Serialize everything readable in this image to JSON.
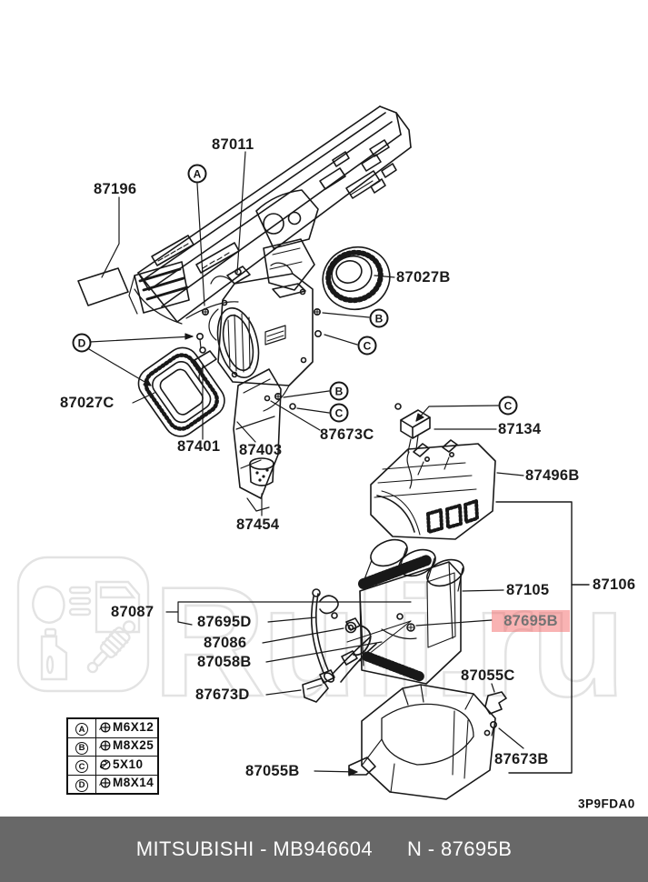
{
  "watermark": {
    "text": "Ruli.ru",
    "color": "#e2e2e2"
  },
  "diagram": {
    "code": "3P9FDA0",
    "highlight": {
      "text": "87695B",
      "bg": "#f26767"
    },
    "part_labels": [
      {
        "id": "87196",
        "text": "87196"
      },
      {
        "id": "87011",
        "text": "87011"
      },
      {
        "id": "87027B",
        "text": "87027B"
      },
      {
        "id": "87027C",
        "text": "87027C"
      },
      {
        "id": "87673C",
        "text": "87673C"
      },
      {
        "id": "87401",
        "text": "87401"
      },
      {
        "id": "87403",
        "text": "87403"
      },
      {
        "id": "87134",
        "text": "87134"
      },
      {
        "id": "87496B",
        "text": "87496B"
      },
      {
        "id": "87454",
        "text": "87454"
      },
      {
        "id": "87105",
        "text": "87105"
      },
      {
        "id": "87106",
        "text": "87106"
      },
      {
        "id": "87087",
        "text": "87087"
      },
      {
        "id": "87695D",
        "text": "87695D"
      },
      {
        "id": "87086",
        "text": "87086"
      },
      {
        "id": "87058B",
        "text": "87058B"
      },
      {
        "id": "87673D",
        "text": "87673D"
      },
      {
        "id": "87055C",
        "text": "87055C"
      },
      {
        "id": "87673B",
        "text": "87673B"
      },
      {
        "id": "87055B",
        "text": "87055B"
      }
    ],
    "callouts": [
      {
        "letter": "A"
      },
      {
        "letter": "B"
      },
      {
        "letter": "C"
      },
      {
        "letter": "D"
      },
      {
        "letter": "B"
      },
      {
        "letter": "C"
      },
      {
        "letter": "C"
      }
    ]
  },
  "legend": {
    "rows": [
      {
        "letter": "A",
        "icon": "phillips-screw-icon",
        "size": "M6X12"
      },
      {
        "letter": "B",
        "icon": "phillips-screw-icon",
        "size": "M8X25"
      },
      {
        "letter": "C",
        "icon": "tapping-screw-icon",
        "size": "5X10"
      },
      {
        "letter": "D",
        "icon": "phillips-screw-icon",
        "size": "M8X14"
      }
    ]
  },
  "footer": {
    "left": "MITSUBISHI - MB946604",
    "right": "N - 87695B"
  }
}
